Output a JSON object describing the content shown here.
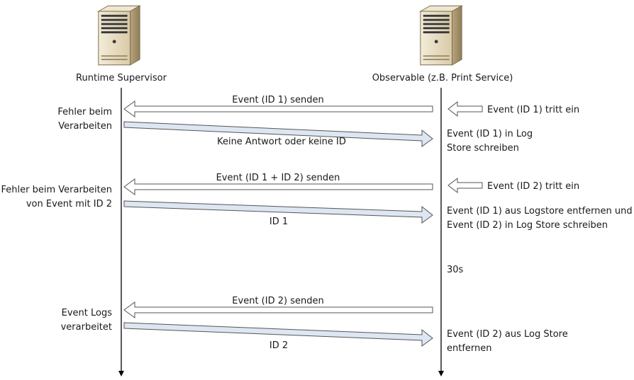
{
  "actors": {
    "left": {
      "label": "Runtime Supervisor",
      "icon": "server-icon"
    },
    "right": {
      "label": "Observable (z.B. Print Service)",
      "icon": "server-icon"
    }
  },
  "messages": [
    {
      "label": "Event (ID 1) senden",
      "direction": "right-to-left"
    },
    {
      "label": "Keine Antwort oder keine ID",
      "direction": "left-to-right"
    },
    {
      "label": "Event (ID 1 + ID 2) senden",
      "direction": "right-to-left"
    },
    {
      "label": "ID 1",
      "direction": "left-to-right"
    },
    {
      "label": "Event (ID 2) senden",
      "direction": "right-to-left"
    },
    {
      "label": "ID 2",
      "direction": "left-to-right"
    }
  ],
  "triggers": [
    {
      "label": "Event (ID 1) tritt ein"
    },
    {
      "label": "Event (ID 2) tritt ein"
    }
  ],
  "left_notes": [
    {
      "lines": [
        "Fehler beim",
        "Verarbeiten"
      ]
    },
    {
      "lines": [
        "Fehler beim Verarbeiten",
        "von Event mit ID 2"
      ]
    },
    {
      "lines": [
        "Event Logs",
        "verarbeitet"
      ]
    }
  ],
  "right_notes": [
    {
      "lines": [
        "Event (ID 1) in Log",
        "Store schreiben"
      ]
    },
    {
      "lines": [
        "Event (ID 1) aus Logstore entfernen und",
        "Event (ID 2) in Log Store schreiben"
      ]
    },
    {
      "lines": [
        "30s"
      ]
    },
    {
      "lines": [
        "Event (ID 2) aus Log Store",
        "entfernen"
      ]
    }
  ],
  "colors": {
    "arrow_left_fill": "#ffffff",
    "arrow_right_fill": "#dde6f2",
    "arrow_stroke": "#555555",
    "lifeline": "#000000"
  }
}
